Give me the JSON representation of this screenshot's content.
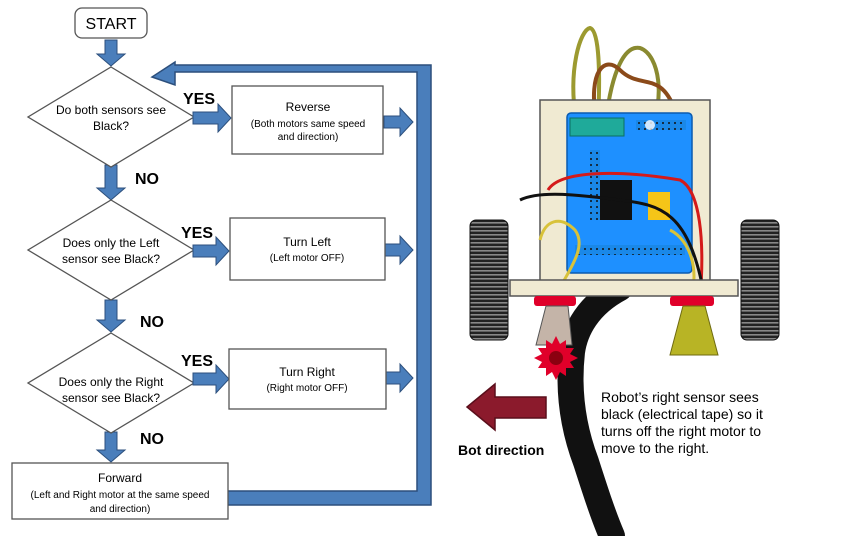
{
  "flowchart": {
    "start": "START",
    "decisions": [
      {
        "line1": "Do both sensors see",
        "line2": "Black?"
      },
      {
        "line1": "Does only the Left",
        "line2": "sensor see Black?"
      },
      {
        "line1": "Does only  the Right",
        "line2": "sensor see Black?"
      }
    ],
    "actions": [
      {
        "title": "Reverse",
        "detail1": "(Both motors same speed",
        "detail2": "and direction)"
      },
      {
        "title": "Turn Left",
        "detail1": "(Left motor OFF)"
      },
      {
        "title": "Turn Right",
        "detail1": "(Right motor  OFF)"
      }
    ],
    "forward": {
      "title": "Forward",
      "detail1": "(Left and Right motor at the same speed",
      "detail2": "and direction)"
    },
    "yes_label": "YES",
    "no_label": "NO"
  },
  "robot": {
    "direction_label": "Bot direction",
    "note_lines": [
      "Robot’s right sensor sees",
      "black (electrical tape) so it",
      "turns off the right motor to",
      "move to the right."
    ]
  },
  "colors": {
    "arrow_fill": "#4a7ebb",
    "arrow_stroke": "#2c4f7c",
    "direction_arrow": "#8b1a2c",
    "board": "#1e90ff",
    "chassis": "#f0ead2"
  }
}
